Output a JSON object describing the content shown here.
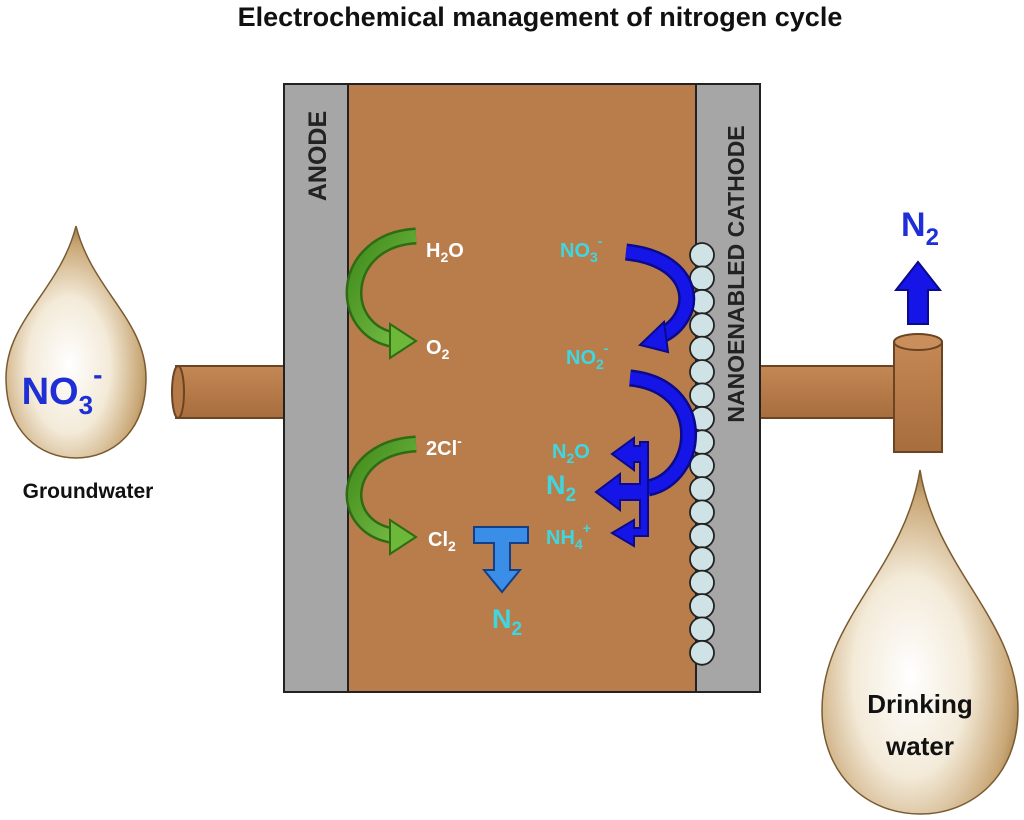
{
  "title": "Electrochemical management of nitrogen cycle",
  "electrodes": {
    "anode": "ANODE",
    "cathode": "NANOENABLED CATHODE"
  },
  "inlet": {
    "species": "NO",
    "species_sub": "3",
    "species_sup": "-",
    "label": "Groundwater"
  },
  "outlet": {
    "label_line1": "Drinking",
    "label_line2": "water"
  },
  "vent_gas": {
    "main": "N",
    "sub": "2"
  },
  "anode_reactions": {
    "h2o": {
      "main": "H",
      "sub": "2",
      "tail": "O"
    },
    "o2": {
      "main": "O",
      "sub": "2"
    },
    "cl_minus": {
      "main": "2Cl",
      "sup": "-"
    },
    "cl2": {
      "main": "Cl",
      "sub": "2"
    },
    "n2": {
      "main": "N",
      "sub": "2"
    }
  },
  "cathode_reactions": {
    "no3": {
      "main": "NO",
      "sub": "3",
      "sup": "-"
    },
    "no2": {
      "main": "NO",
      "sub": "2",
      "sup": "-"
    },
    "n2o": {
      "main": "N",
      "sub": "2",
      "tail": "O"
    },
    "n2": {
      "main": "N",
      "sub": "2"
    },
    "nh4": {
      "main": "NH",
      "sub": "4",
      "sup": "+"
    }
  },
  "colors": {
    "cell": "#b97d4b",
    "electrode": "#a6a6a6",
    "pipe": "#b57a48",
    "anode_arrow": "#5aa02c",
    "cathode_arrow": "#1212e6",
    "cyan_text": "#3fd6e0",
    "light_blue": "#3a8ee8",
    "bead": "#cfe3e6"
  }
}
